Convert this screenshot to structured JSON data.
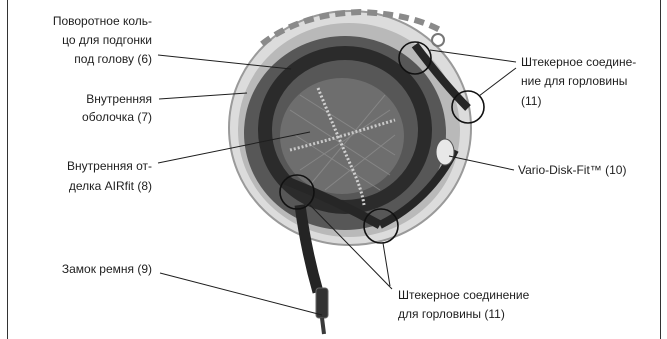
{
  "labels": {
    "head_ring": [
      "Поворотное коль-",
      "цо для подгонки",
      "под голову (6)"
    ],
    "inner_shell": [
      "Внутренняя",
      "оболочка (7)"
    ],
    "airfit": [
      "Внутренняя от-",
      "делка AIRfit (8)"
    ],
    "buckle": [
      "Замок ремня (9)"
    ],
    "connector_top": [
      "Штекерное соедине-",
      "ние для горловины",
      "(11)"
    ],
    "vario": [
      "Vario-Disk-Fit™ (10)"
    ],
    "connector_bottom": [
      "Штекерное соединение",
      "для горловины (11)"
    ]
  },
  "colors": {
    "ink": "#1e1e1e",
    "shell": "#d6d6d6",
    "foam": "#4e4e4e",
    "strap": "#242424"
  }
}
